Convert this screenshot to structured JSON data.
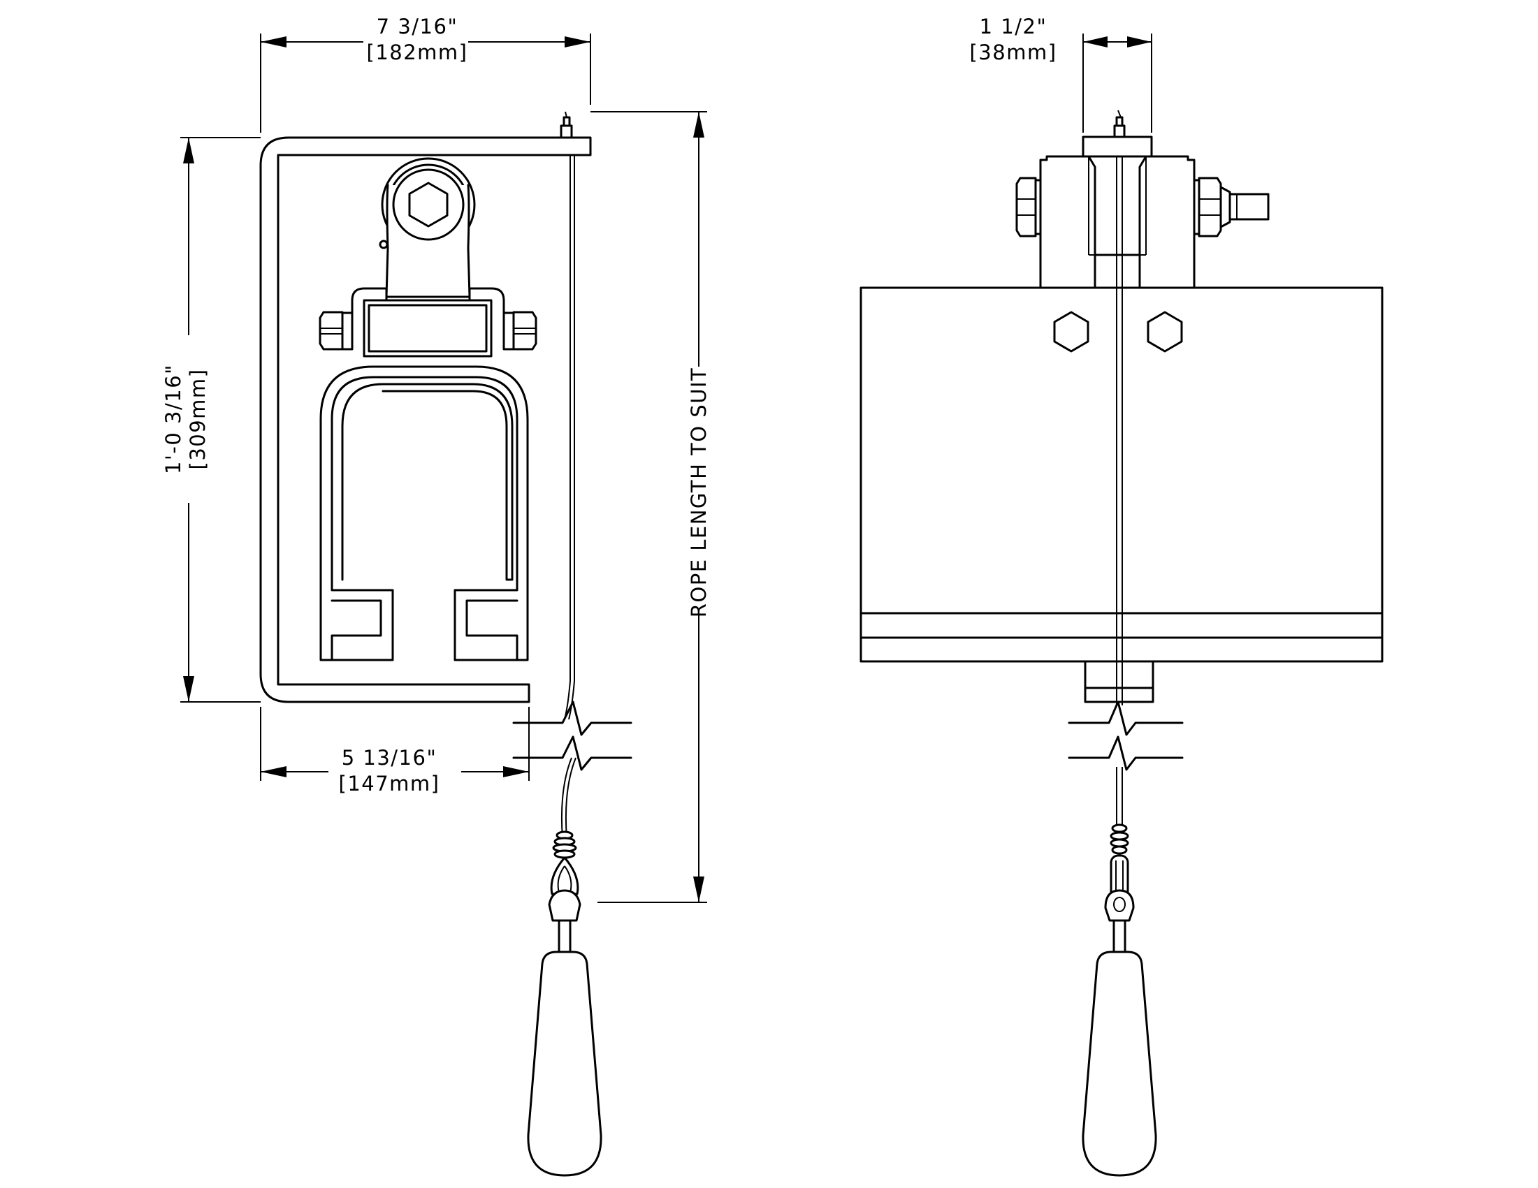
{
  "side_view": {
    "overall_width": {
      "imperial": "7 3/16\"",
      "metric": "[182mm]"
    },
    "overall_height": {
      "imperial": "1'-0 3/16\"",
      "metric": "[309mm]"
    },
    "base_width": {
      "imperial": "5 13/16\"",
      "metric": "[147mm]"
    },
    "rope_length": "ROPE LENGTH TO SUIT"
  },
  "front_view": {
    "thickness": {
      "imperial": "1 1/2\"",
      "metric": "[38mm]"
    }
  }
}
